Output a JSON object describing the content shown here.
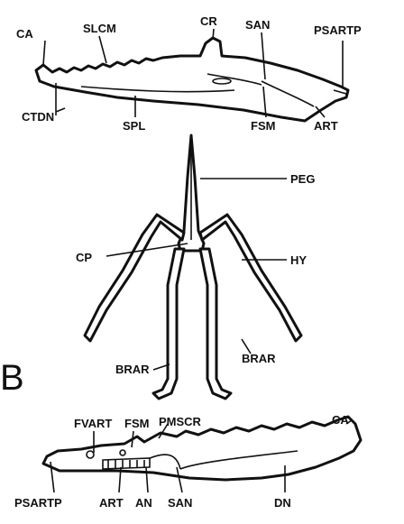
{
  "figure": {
    "panel_letter": "B",
    "top_jaw_labels": {
      "ca": "CA",
      "slcm": "SLCM",
      "cr": "CR",
      "san": "SAN",
      "psartp": "PSARTP",
      "ctdn": "CTDN",
      "spl": "SPL",
      "fsm": "FSM",
      "art": "ART"
    },
    "hyoid_labels": {
      "peg": "PEG",
      "cp": "CP",
      "hy": "HY",
      "brar_left": "BRAR",
      "brar_right": "BRAR"
    },
    "bottom_jaw_labels": {
      "fvart": "FVART",
      "fsm": "FSM",
      "pmscr": "PMSCR",
      "ca": "CA",
      "psartp": "PSARTP",
      "art": "ART",
      "an": "AN",
      "san": "SAN",
      "dn": "DN"
    }
  }
}
